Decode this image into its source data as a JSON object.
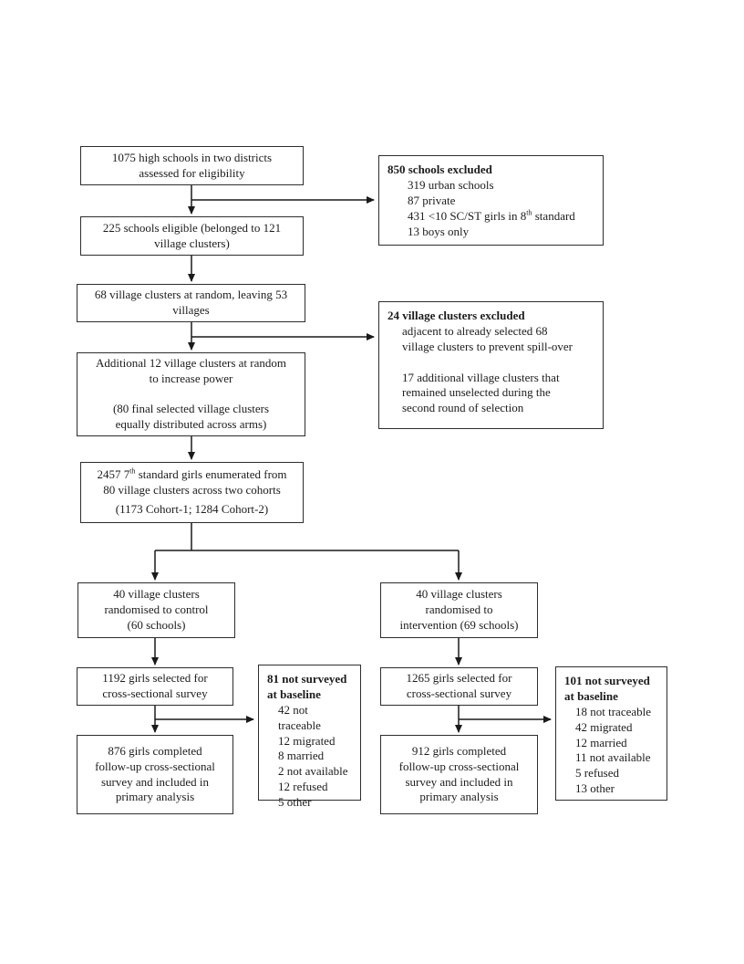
{
  "colors": {
    "background": "#ffffff",
    "box_border": "#2d2d2d",
    "text": "#1c1c1c",
    "connector": "#1a1a1a"
  },
  "flow": {
    "assessed": "1075 high schools in two districts\nassessed for eligibility",
    "eligible": "225 schools eligible (belonged to 121\nvillage clusters)",
    "clusters_68": "68 village clusters at random, leaving 53\nvillages",
    "additional_12": "Additional 12 village clusters at random\nto increase power\n\n(80 final selected village clusters\nequally distributed across arms)",
    "enumerated": {
      "line1_pre": "2457 7",
      "line1_sup": "th",
      "line1_post": " standard girls enumerated from",
      "line2": "80 village clusters across two cohorts",
      "line3": "(1173 Cohort-1; 1284 Cohort-2)"
    },
    "control_arm": "40 village clusters\nrandomised to control\n(60 schools)",
    "intervention_arm": "40 village clusters\nrandomised to\nintervention (69 schools)",
    "control_selected": "1192 girls selected for\ncross-sectional survey",
    "intervention_selected": "1265 girls selected for\ncross-sectional survey",
    "control_completed": "876 girls completed\nfollow-up cross-sectional\nsurvey and included in\nprimary analysis",
    "intervention_completed": "912 girls completed\nfollow-up cross-sectional\nsurvey and included in\nprimary analysis",
    "excluded_schools": {
      "title": "850 schools excluded",
      "item1": "319 urban schools",
      "item2": "87 private",
      "item3_pre": "431 <10 SC/ST girls in 8",
      "item3_sup": "th",
      "item3_post": " standard",
      "item4": "13 boys only"
    },
    "excluded_clusters": {
      "title": "24 village clusters excluded",
      "body": "adjacent to already selected 68\nvillage clusters to prevent spill-over\n\n17 additional village clusters that\nremained unselected during the\nsecond round of selection"
    },
    "not_surveyed_control": {
      "title": "81 not surveyed\nat baseline",
      "items": [
        "42 not traceable",
        "12 migrated",
        "8 married",
        "2 not available",
        "12 refused",
        "5 other"
      ]
    },
    "not_surveyed_intervention": {
      "title": "101 not surveyed\nat baseline",
      "items": [
        "18 not traceable",
        "42 migrated",
        "12 married",
        "11 not available",
        "5 refused",
        "13 other"
      ]
    }
  }
}
